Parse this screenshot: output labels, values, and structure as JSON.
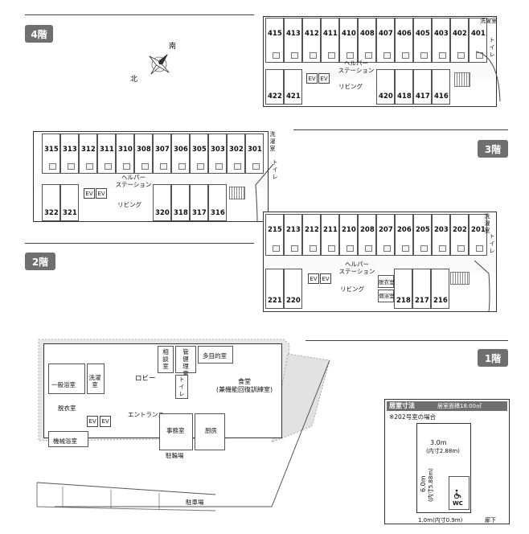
{
  "floors": {
    "f4": {
      "label": "4階",
      "top_rooms": [
        "415",
        "413",
        "412",
        "411",
        "410",
        "408",
        "407",
        "406",
        "405",
        "403",
        "402",
        "401"
      ],
      "bottom_rooms": [
        "422",
        "421",
        "420",
        "418",
        "417",
        "416"
      ],
      "station": "ヘルパー\nステーション",
      "living": "リビング",
      "laundry": "洗濯室",
      "toilet": "トイレ",
      "ev": "EV"
    },
    "f3": {
      "label": "3階",
      "top_rooms": [
        "315",
        "313",
        "312",
        "311",
        "310",
        "308",
        "307",
        "306",
        "305",
        "303",
        "302",
        "301"
      ],
      "bottom_rooms": [
        "322",
        "321",
        "320",
        "318",
        "317",
        "316"
      ],
      "station": "ヘルパー\nステーション",
      "living": "リビング",
      "laundry": "洗濯室",
      "toilet": "トイレ",
      "ev": "EV"
    },
    "f2": {
      "label": "2階",
      "top_rooms": [
        "215",
        "213",
        "212",
        "211",
        "210",
        "208",
        "207",
        "206",
        "205",
        "203",
        "202",
        "201"
      ],
      "bottom_rooms": [
        "221",
        "220",
        "218",
        "217",
        "216"
      ],
      "station": "ヘルパー\nステーション",
      "living": "リビング",
      "laundry": "洗濯室",
      "toilet": "トイレ",
      "ev": "EV",
      "changing": "脱衣室",
      "bath": "個浴室"
    },
    "f1": {
      "label": "1階",
      "rooms": {
        "general_bath": "一般浴室",
        "laundry": "洗濯室",
        "changing": "脱衣室",
        "machine_bath": "機械浴室",
        "lobby": "ロビー",
        "consult": "相\n談\n室",
        "health": "管\n健\n理\n室",
        "multi": "多目的室",
        "dining": "食堂\n(兼機能回復訓練室)",
        "entrance": "エントランス",
        "office": "事務室",
        "kitchen": "厨房",
        "bike": "駐輪場",
        "parking": "駐車場",
        "toilet": "トイレ",
        "ev": "EV"
      }
    }
  },
  "compass": {
    "south": "南",
    "north": "北"
  },
  "room_size": {
    "title": "居室寸法",
    "area": "居室面積18.00㎡",
    "subtitle": "※202号室の場合",
    "width": "3.0m",
    "width_inner": "(内寸2.88m)",
    "depth": "6.0m",
    "depth_inner": "(内寸5.88m)",
    "door": "1.0m(内寸0.9m)",
    "corridor": "廊下",
    "wc": "WC"
  }
}
